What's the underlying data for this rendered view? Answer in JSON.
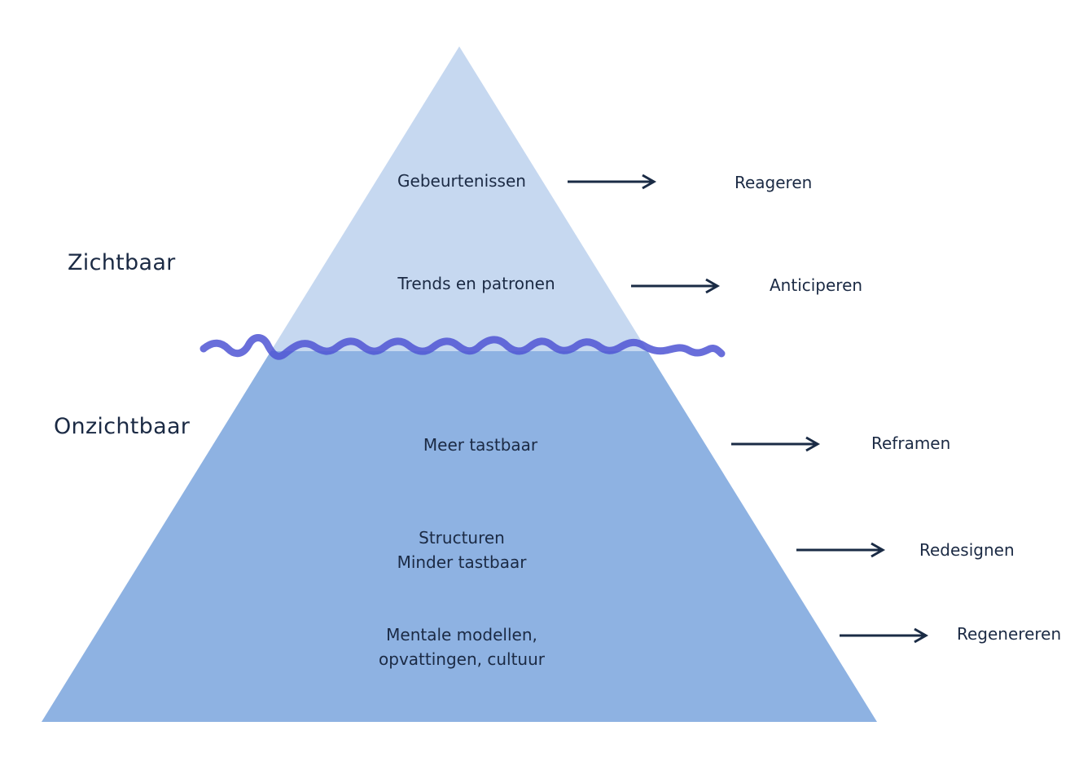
{
  "title": "IJsbergmodel systeemdenken",
  "colors": {
    "visible_fill": "#c6d8f0",
    "invisible_fill": "#8eb2e2",
    "waterline": "#4f55d4",
    "text": "#1b2a44",
    "arrow": "#1a2b45"
  },
  "zones": {
    "visible": "Zichtbaar",
    "invisible": "Onzichtbaar"
  },
  "layers": [
    {
      "lines": [
        "Gebeurtenissen"
      ],
      "action": "Reageren"
    },
    {
      "lines": [
        "Trends en patronen"
      ],
      "action": "Anticiperen"
    },
    {
      "lines": [
        "Meer tastbaar"
      ],
      "action": "Reframen"
    },
    {
      "lines": [
        "Structuren",
        "Minder tastbaar"
      ],
      "action": "Redesignen"
    },
    {
      "lines": [
        "Mentale modellen,",
        "opvattingen, cultuur"
      ],
      "action": "Regenereren"
    }
  ]
}
